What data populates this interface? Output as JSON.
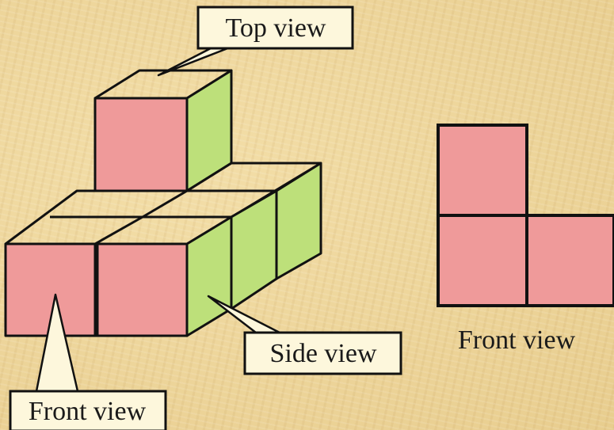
{
  "labels": {
    "top_view": "Top view",
    "side_view": "Side view",
    "front_view_callout": "Front view",
    "front_view_caption": "Front view"
  },
  "colors": {
    "front_face": "#ef9a9a",
    "side_face": "#bde07a",
    "top_face": "#ecd49a",
    "outline": "#111111",
    "label_box": "#fdf7dc"
  }
}
